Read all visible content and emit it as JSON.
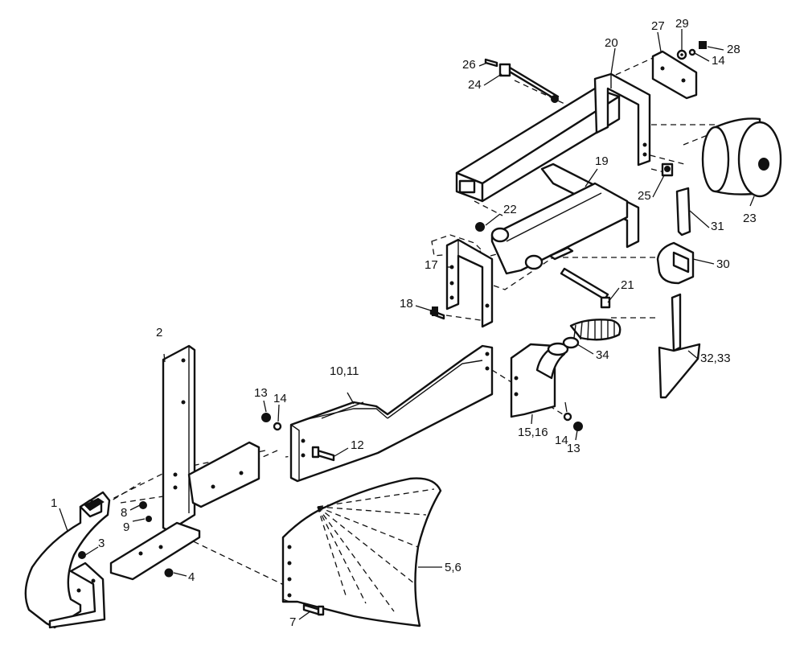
{
  "callouts": [
    {
      "id": "c1",
      "text": "1"
    },
    {
      "id": "c2",
      "text": "2"
    },
    {
      "id": "c3",
      "text": "3"
    },
    {
      "id": "c4",
      "text": "4"
    },
    {
      "id": "c56",
      "text": "5,6"
    },
    {
      "id": "c7",
      "text": "7"
    },
    {
      "id": "c8",
      "text": "8"
    },
    {
      "id": "c9",
      "text": "9"
    },
    {
      "id": "c1011",
      "text": "10,11"
    },
    {
      "id": "c12",
      "text": "12"
    },
    {
      "id": "c13a",
      "text": "13"
    },
    {
      "id": "c14a",
      "text": "14"
    },
    {
      "id": "c13b",
      "text": "13"
    },
    {
      "id": "c14b",
      "text": "14"
    },
    {
      "id": "c1516",
      "text": "15,16"
    },
    {
      "id": "c17",
      "text": "17"
    },
    {
      "id": "c18",
      "text": "18"
    },
    {
      "id": "c19",
      "text": "19"
    },
    {
      "id": "c20",
      "text": "20"
    },
    {
      "id": "c21",
      "text": "21"
    },
    {
      "id": "c22",
      "text": "22"
    },
    {
      "id": "c23",
      "text": "23"
    },
    {
      "id": "c24",
      "text": "24"
    },
    {
      "id": "c25",
      "text": "25"
    },
    {
      "id": "c26",
      "text": "26"
    },
    {
      "id": "c27",
      "text": "27"
    },
    {
      "id": "c28",
      "text": "28"
    },
    {
      "id": "c29",
      "text": "29"
    },
    {
      "id": "c14c",
      "text": "14"
    },
    {
      "id": "c30",
      "text": "30"
    },
    {
      "id": "c31",
      "text": "31"
    },
    {
      "id": "c3233",
      "text": "32,33"
    },
    {
      "id": "c34",
      "text": "34"
    }
  ]
}
